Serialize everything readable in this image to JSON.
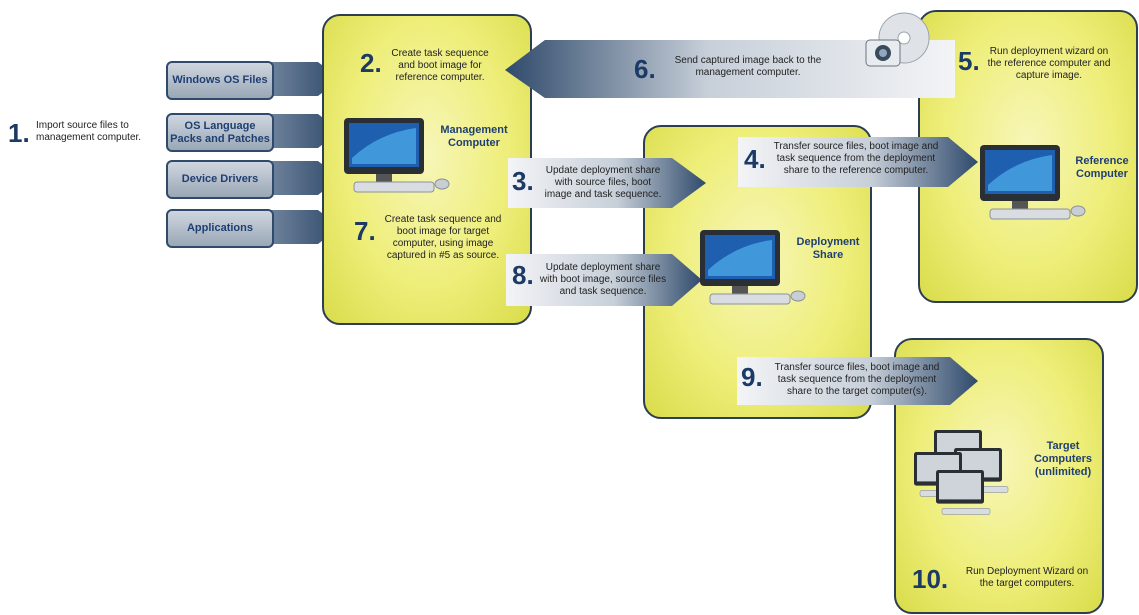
{
  "source_files": [
    "Windows OS Files",
    "OS Language Packs and Patches",
    "Device Drivers",
    "Applications"
  ],
  "steps": {
    "s1": {
      "num": "1.",
      "text": "Import source files to management computer."
    },
    "s2": {
      "num": "2.",
      "text": "Create task sequence and boot image for reference computer."
    },
    "s3": {
      "num": "3.",
      "text": "Update deployment share with source files, boot image and task sequence."
    },
    "s4": {
      "num": "4.",
      "text": "Transfer source files, boot image and task sequence from the deployment share to the reference computer."
    },
    "s5": {
      "num": "5.",
      "text": "Run deployment wizard on the reference computer and capture image."
    },
    "s6": {
      "num": "6.",
      "text": "Send captured image back to the management computer."
    },
    "s7": {
      "num": "7.",
      "text": "Create task sequence and boot image for target computer, using image captured in #5 as source."
    },
    "s8": {
      "num": "8.",
      "text": "Update deployment share with boot image, source files and task sequence."
    },
    "s9": {
      "num": "9.",
      "text": "Transfer source files, boot image and task sequence from the deployment share to the target computer(s)."
    },
    "s10": {
      "num": "10.",
      "text": "Run Deployment Wizard on the target computers."
    }
  },
  "computers": {
    "management": "Management Computer",
    "reference": "Reference Computer",
    "deployment": "Deployment Share",
    "target": "Target Computers (unlimited)"
  },
  "colors": {
    "panel": "#eeee7a",
    "arrow": "#3a5472",
    "text_accent": "#1c3a66"
  },
  "icons": [
    "monitor-icon",
    "camera-disc-icon",
    "multi-monitor-icon"
  ]
}
